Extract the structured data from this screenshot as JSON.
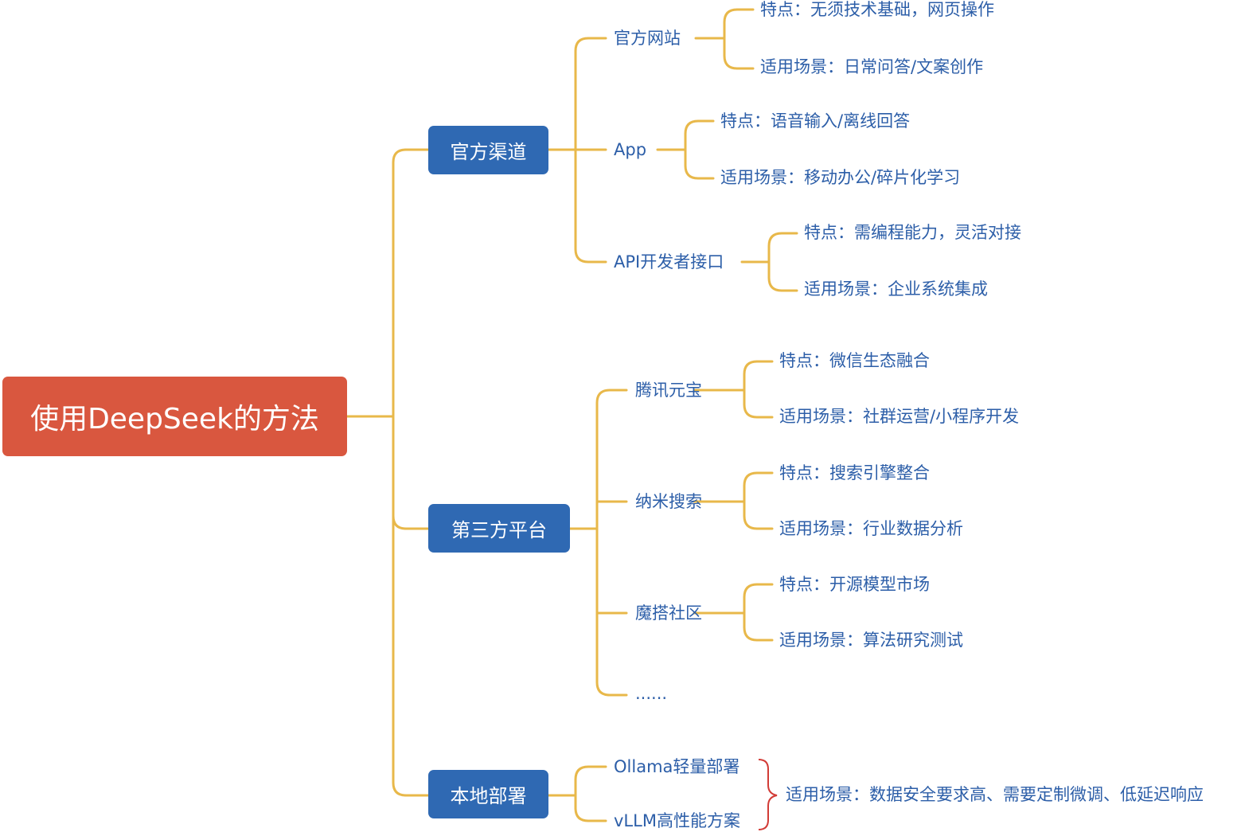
{
  "root": "使用DeepSeek的方法",
  "categories": [
    {
      "label": "官方渠道",
      "children": [
        {
          "label": "官方网站",
          "details": [
            "特点：无须技术基础，网页操作",
            "适用场景：日常问答/文案创作"
          ]
        },
        {
          "label": "App",
          "details": [
            "特点：语音输入/离线回答",
            "适用场景：移动办公/碎片化学习"
          ]
        },
        {
          "label": "API开发者接口",
          "details": [
            "特点：需编程能力，灵活对接",
            "适用场景：企业系统集成"
          ]
        }
      ]
    },
    {
      "label": "第三方平台",
      "children": [
        {
          "label": "腾讯元宝",
          "details": [
            "特点：微信生态融合",
            "适用场景：社群运营/小程序开发"
          ]
        },
        {
          "label": "纳米搜索",
          "details": [
            "特点：搜索引擎整合",
            "适用场景：行业数据分析"
          ]
        },
        {
          "label": "魔搭社区",
          "details": [
            "特点：开源模型市场",
            "适用场景：算法研究测试"
          ]
        },
        {
          "label": "......"
        }
      ]
    },
    {
      "label": "本地部署",
      "children": [
        {
          "label": "Ollama轻量部署"
        },
        {
          "label": "vLLM高性能方案"
        }
      ],
      "summary": "适用场景：数据安全要求高、需要定制微调、低延迟响应"
    }
  ],
  "colors": {
    "root": "#d9573f",
    "category": "#2f69b3",
    "connector": "#e8b84a",
    "text": "#2c5ea8",
    "brace": "#d23b36"
  }
}
